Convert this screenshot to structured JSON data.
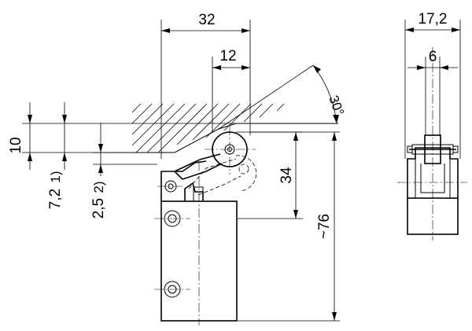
{
  "dimensions": {
    "width_32": "32",
    "width_12": "12",
    "angle_30": "30°",
    "height_10": "10",
    "travel_7_2": "7,2",
    "travel_7_2_note": "1)",
    "travel_2_5": "2,5",
    "travel_2_5_note": "2)",
    "height_34": "34",
    "height_76": "~76",
    "width_17_2": "17,2",
    "width_6": "6"
  }
}
